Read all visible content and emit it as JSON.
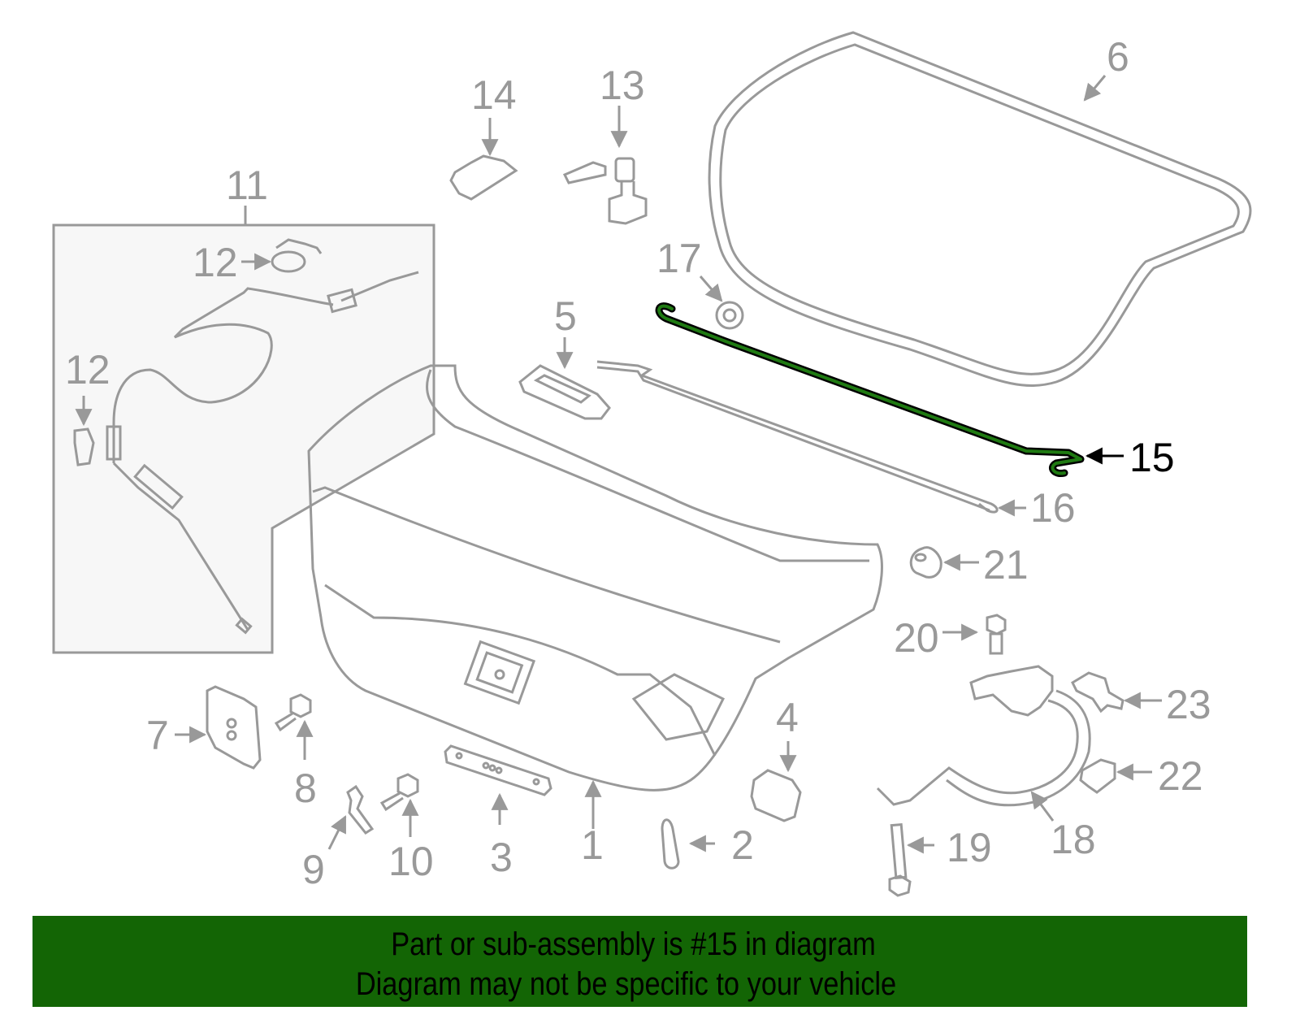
{
  "diagram": {
    "highlighted_part": "15",
    "colors": {
      "line_art": "#999999",
      "highlight_fill": "#1f7a12",
      "highlight_outline": "#000000",
      "inset_fill": "#f7f7f7"
    },
    "callouts": [
      {
        "id": "1",
        "label": "1"
      },
      {
        "id": "2",
        "label": "2"
      },
      {
        "id": "3",
        "label": "3"
      },
      {
        "id": "4",
        "label": "4"
      },
      {
        "id": "5",
        "label": "5"
      },
      {
        "id": "6",
        "label": "6"
      },
      {
        "id": "7",
        "label": "7"
      },
      {
        "id": "8",
        "label": "8"
      },
      {
        "id": "9",
        "label": "9"
      },
      {
        "id": "10",
        "label": "10"
      },
      {
        "id": "11",
        "label": "11"
      },
      {
        "id": "12a",
        "label": "12"
      },
      {
        "id": "12b",
        "label": "12"
      },
      {
        "id": "13",
        "label": "13"
      },
      {
        "id": "14",
        "label": "14"
      },
      {
        "id": "15",
        "label": "15"
      },
      {
        "id": "16",
        "label": "16"
      },
      {
        "id": "17",
        "label": "17"
      },
      {
        "id": "18",
        "label": "18"
      },
      {
        "id": "19",
        "label": "19"
      },
      {
        "id": "20",
        "label": "20"
      },
      {
        "id": "21",
        "label": "21"
      },
      {
        "id": "22",
        "label": "22"
      },
      {
        "id": "23",
        "label": "23"
      }
    ]
  },
  "banner": {
    "line1": "Part or sub-assembly is #15 in diagram",
    "line2": "Diagram may not be specific to your vehicle",
    "background": "#136505",
    "text_color": "#000000"
  }
}
